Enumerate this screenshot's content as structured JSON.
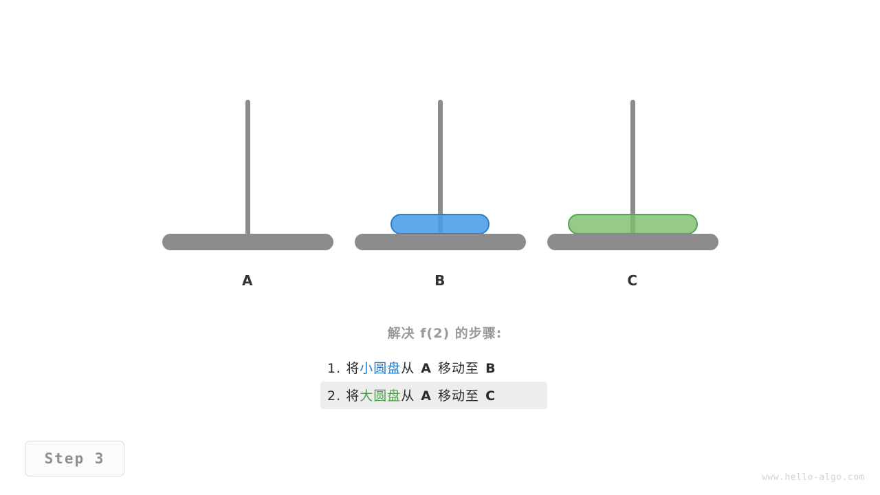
{
  "figure": {
    "title_text": "解决 f(2) 的步骤:",
    "step_badge_label": "Step 3",
    "watermark": "www.hello-algo.com",
    "colors": {
      "pillar_gray": "#8c8c8c",
      "small_disk_fill": "#489ee8",
      "small_disk_border": "#2b7fc4",
      "large_disk_fill": "#7ebe6e",
      "large_disk_border": "#56a152",
      "blue_text": "#1f77c4",
      "green_text": "#4a9e48",
      "title_gray": "#999999",
      "highlight_bg": "#ededed"
    }
  },
  "towers": [
    {
      "label": "A",
      "position": "pos-a",
      "disks": []
    },
    {
      "label": "B",
      "position": "pos-b",
      "disks": [
        {
          "size": "small",
          "name": "小圆盘"
        }
      ]
    },
    {
      "label": "C",
      "position": "pos-c",
      "disks": [
        {
          "size": "large",
          "name": "大圆盘"
        }
      ]
    }
  ],
  "steps": [
    {
      "index": "1.",
      "verb": "将",
      "disk": "小圆盘",
      "disk_color": "blue",
      "from_word": "从",
      "from_peg": "A",
      "move_word": "移动至",
      "to_peg": "B",
      "highlighted": false
    },
    {
      "index": "2.",
      "verb": "将",
      "disk": "大圆盘",
      "disk_color": "green",
      "from_word": "从",
      "from_peg": "A",
      "move_word": "移动至",
      "to_peg": "C",
      "highlighted": true
    }
  ]
}
